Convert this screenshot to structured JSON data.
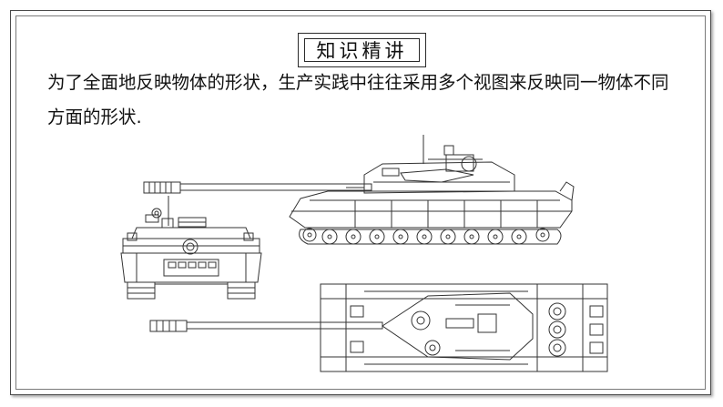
{
  "slide": {
    "title": "知识精讲",
    "text": "为了全面地反映物体的形状，生产实践中往往采用多个视图来反映同一物体不同方面的形状."
  },
  "figures": {
    "front_view_icon": "tank-front-view",
    "side_view_icon": "tank-side-view",
    "top_view_icon": "tank-top-view"
  },
  "colors": {
    "line": "#333333",
    "frame": "#4a4a4a"
  }
}
